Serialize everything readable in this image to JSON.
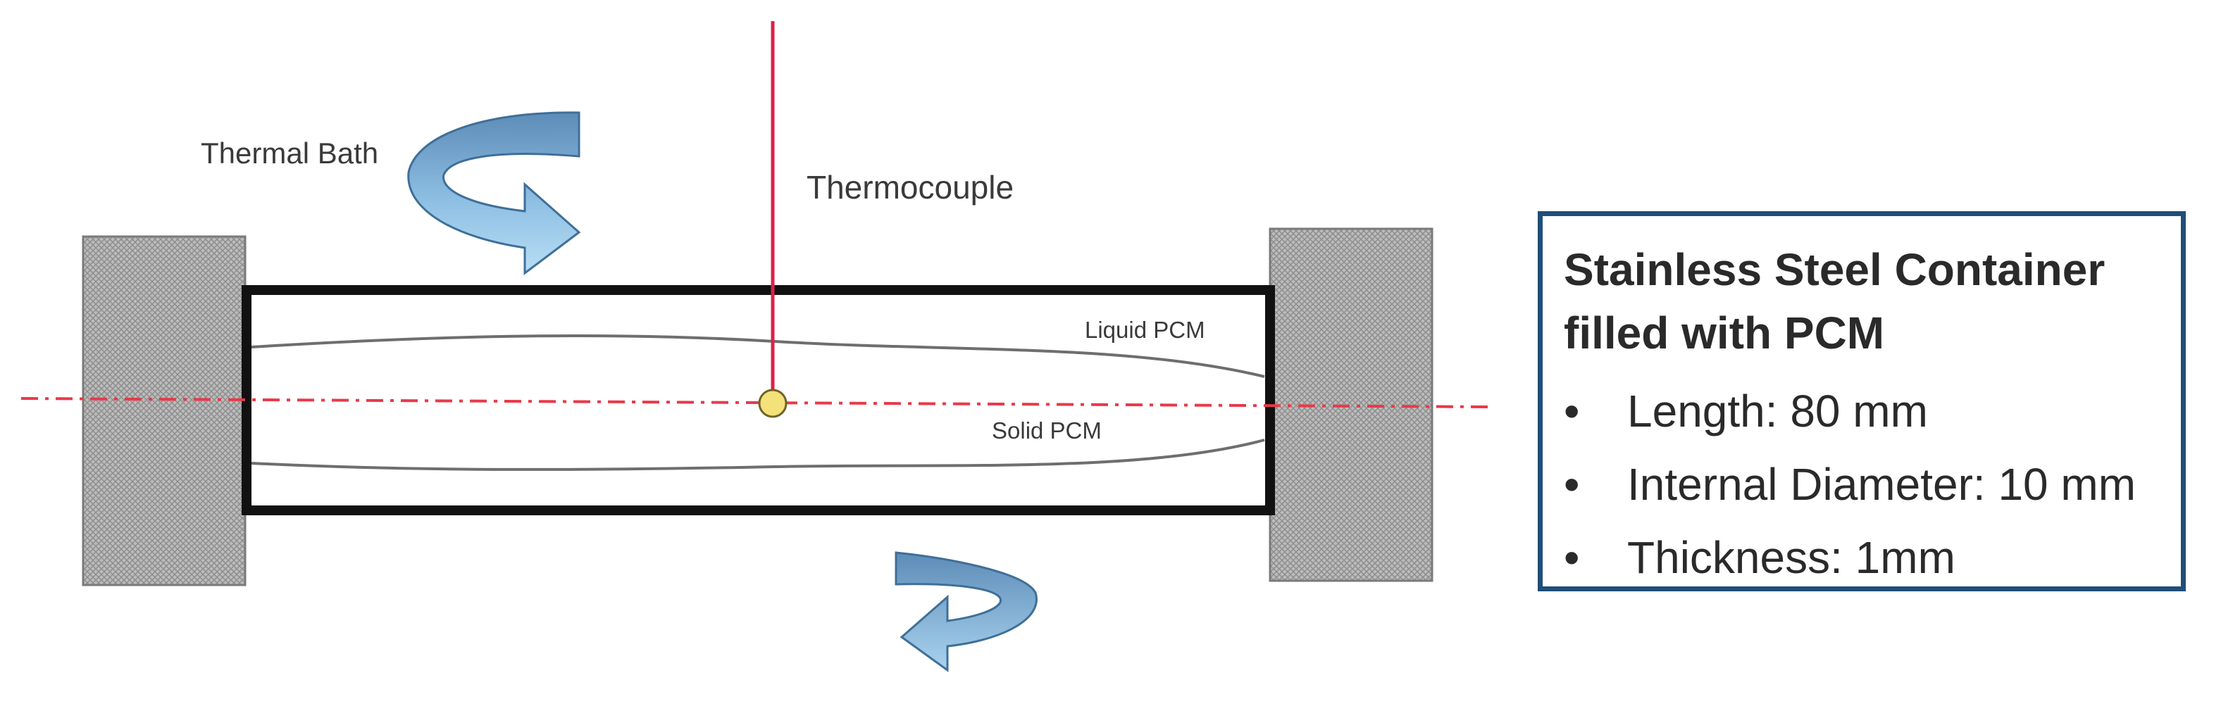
{
  "labels": {
    "thermal_bath": "Thermal Bath",
    "thermocouple": "Thermocouple",
    "liquid_pcm": "Liquid PCM",
    "solid_pcm": "Solid PCM"
  },
  "info_box": {
    "title": "Stainless Steel Container filled with PCM",
    "items": [
      "Length: 80 mm",
      "Internal Diameter: 10 mm",
      "Thickness: 1mm"
    ]
  },
  "colors": {
    "axis_line": "#e8394a",
    "thermocouple_wire": "#d8234a",
    "sensor_tip": "#f3e27a",
    "arrow_light": "#a9d3ee",
    "arrow_dark": "#5d8cb8",
    "box_border": "#1f4e79"
  },
  "icons": {
    "rotation_arrow_top": "curved-arrow-icon",
    "rotation_arrow_bottom": "curved-arrow-icon"
  }
}
